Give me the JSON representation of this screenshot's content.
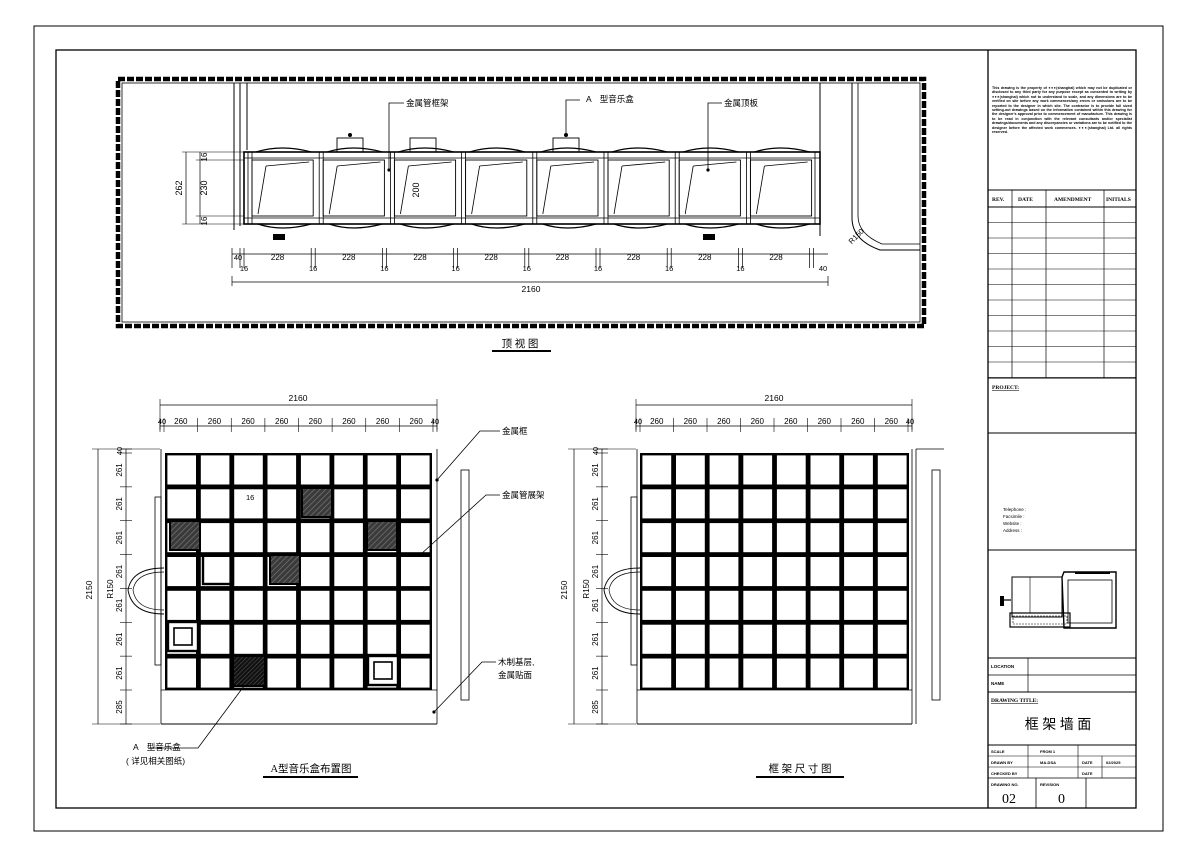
{
  "top_view": {
    "labels": {
      "tube_frame": "金属管框架",
      "music_box": "A　型音乐盒",
      "top_plate": "金属顶板"
    },
    "dims_left": [
      "16",
      "230",
      "16",
      "262"
    ],
    "dim_200": "200",
    "dims_bottom_outer": [
      "40",
      "40"
    ],
    "dims_bottom_16": [
      "16",
      "16",
      "16",
      "16",
      "16",
      "16",
      "16"
    ],
    "dims_bottom_228": [
      "228",
      "228",
      "228",
      "228",
      "228",
      "228",
      "228",
      "228"
    ],
    "dim_total": "2160",
    "radius": "R150",
    "title": "顶 视 图"
  },
  "layout_view": {
    "dim_top_total": "2160",
    "dims_top": [
      "40",
      "260",
      "260",
      "260",
      "260",
      "260",
      "260",
      "260",
      "260",
      "40"
    ],
    "dims_left": [
      "40",
      "261",
      "261",
      "261",
      "261",
      "261",
      "261",
      "261",
      "285"
    ],
    "dim_height": "2150",
    "dim_r150": "R150",
    "dim_16": "16",
    "labels": {
      "metal_frame": "金属框",
      "tube_frame": "金属管展架",
      "wood_base": "木制基层,",
      "wood_base_2": "金属贴面",
      "music_box": "A　型音乐盒",
      "music_box_note": "( 详见相关图纸)"
    },
    "title": "A型音乐盒布置图"
  },
  "frame_view": {
    "dim_top_total": "2160",
    "dims_top": [
      "40",
      "260",
      "260",
      "260",
      "260",
      "260",
      "260",
      "260",
      "260",
      "40"
    ],
    "dims_left": [
      "40",
      "261",
      "261",
      "261",
      "261",
      "261",
      "261",
      "261",
      "285"
    ],
    "dim_height": "2150",
    "dim_r150": "R150",
    "title": "框 架 尺 寸 图"
  },
  "title_block": {
    "disclaimer": "This drawing is the property of ●●●(shanghai) which may not be duplicated or disclosed to any third party for any purpose except as consented to writing by ●●●(shanghai) which not to understand to scale, and any dimensions are to be verified on site before any work commences/any errors or omissions are to be reported to the designer in which site. The contractor is to provide full sized setting-out drawings based on the information contained within this drawing for the designer's approval prior to commencement of manufacture. This drawing is to be read in conjunction with the relevant consultants and/or specialist drawings/documents and any discrepancies or variations are to be notified to the designer before the affected work commences. ●●●(shanghai) Ltd. all rights reserved.",
    "rev_headers": [
      "REV.",
      "DATE",
      "AMENDMENT",
      "INITIALS"
    ],
    "project_label": "PROJECT:",
    "contact_lines": [
      "Telephone :",
      "Facsimile :",
      "Website :",
      "Address :"
    ],
    "location_label": "LOCATION",
    "name_label": "NAME",
    "drawing_title_label": "DRAWING TITLE:",
    "drawing_title": "框 架 墙 面",
    "meta_rows": [
      {
        "label": "SCALE",
        "value": "FROM 1",
        "k1": "",
        "v1": ""
      },
      {
        "label": "DRAWN BY",
        "value": "MA-DSA",
        "k1": "DATE",
        "v1": "02/2025"
      },
      {
        "label": "CHECKED BY",
        "value": "",
        "k1": "DATE",
        "v1": ""
      }
    ],
    "drawing_number_label": "DRAWING NO.",
    "revision_label": "REVISION",
    "drawing_number": "02",
    "revision": "0"
  }
}
